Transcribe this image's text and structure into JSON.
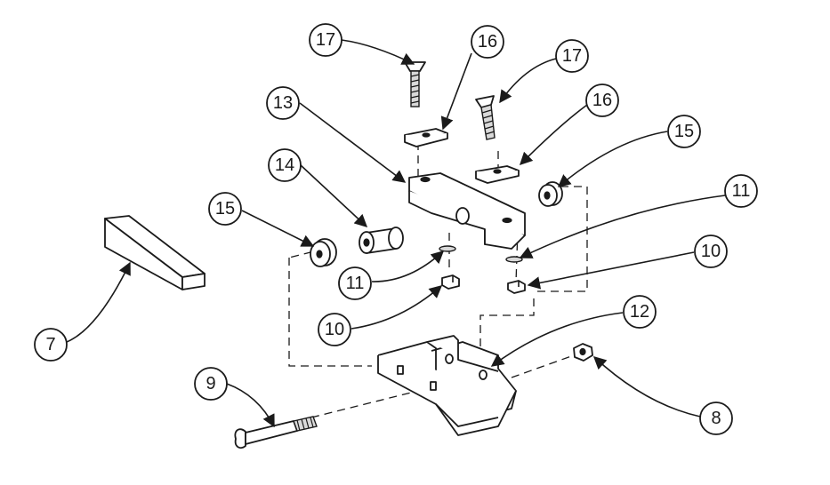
{
  "callouts": [
    {
      "id": "c17a",
      "label": "17"
    },
    {
      "id": "c16a",
      "label": "16"
    },
    {
      "id": "c17b",
      "label": "17"
    },
    {
      "id": "c16b",
      "label": "16"
    },
    {
      "id": "c13",
      "label": "13"
    },
    {
      "id": "c15b",
      "label": "15"
    },
    {
      "id": "c14",
      "label": "14"
    },
    {
      "id": "c11b",
      "label": "11"
    },
    {
      "id": "c15a",
      "label": "15"
    },
    {
      "id": "c10b",
      "label": "10"
    },
    {
      "id": "c11a",
      "label": "11"
    },
    {
      "id": "c12",
      "label": "12"
    },
    {
      "id": "c10a",
      "label": "10"
    },
    {
      "id": "c7",
      "label": "7"
    },
    {
      "id": "c9",
      "label": "9"
    },
    {
      "id": "c8",
      "label": "8"
    }
  ]
}
